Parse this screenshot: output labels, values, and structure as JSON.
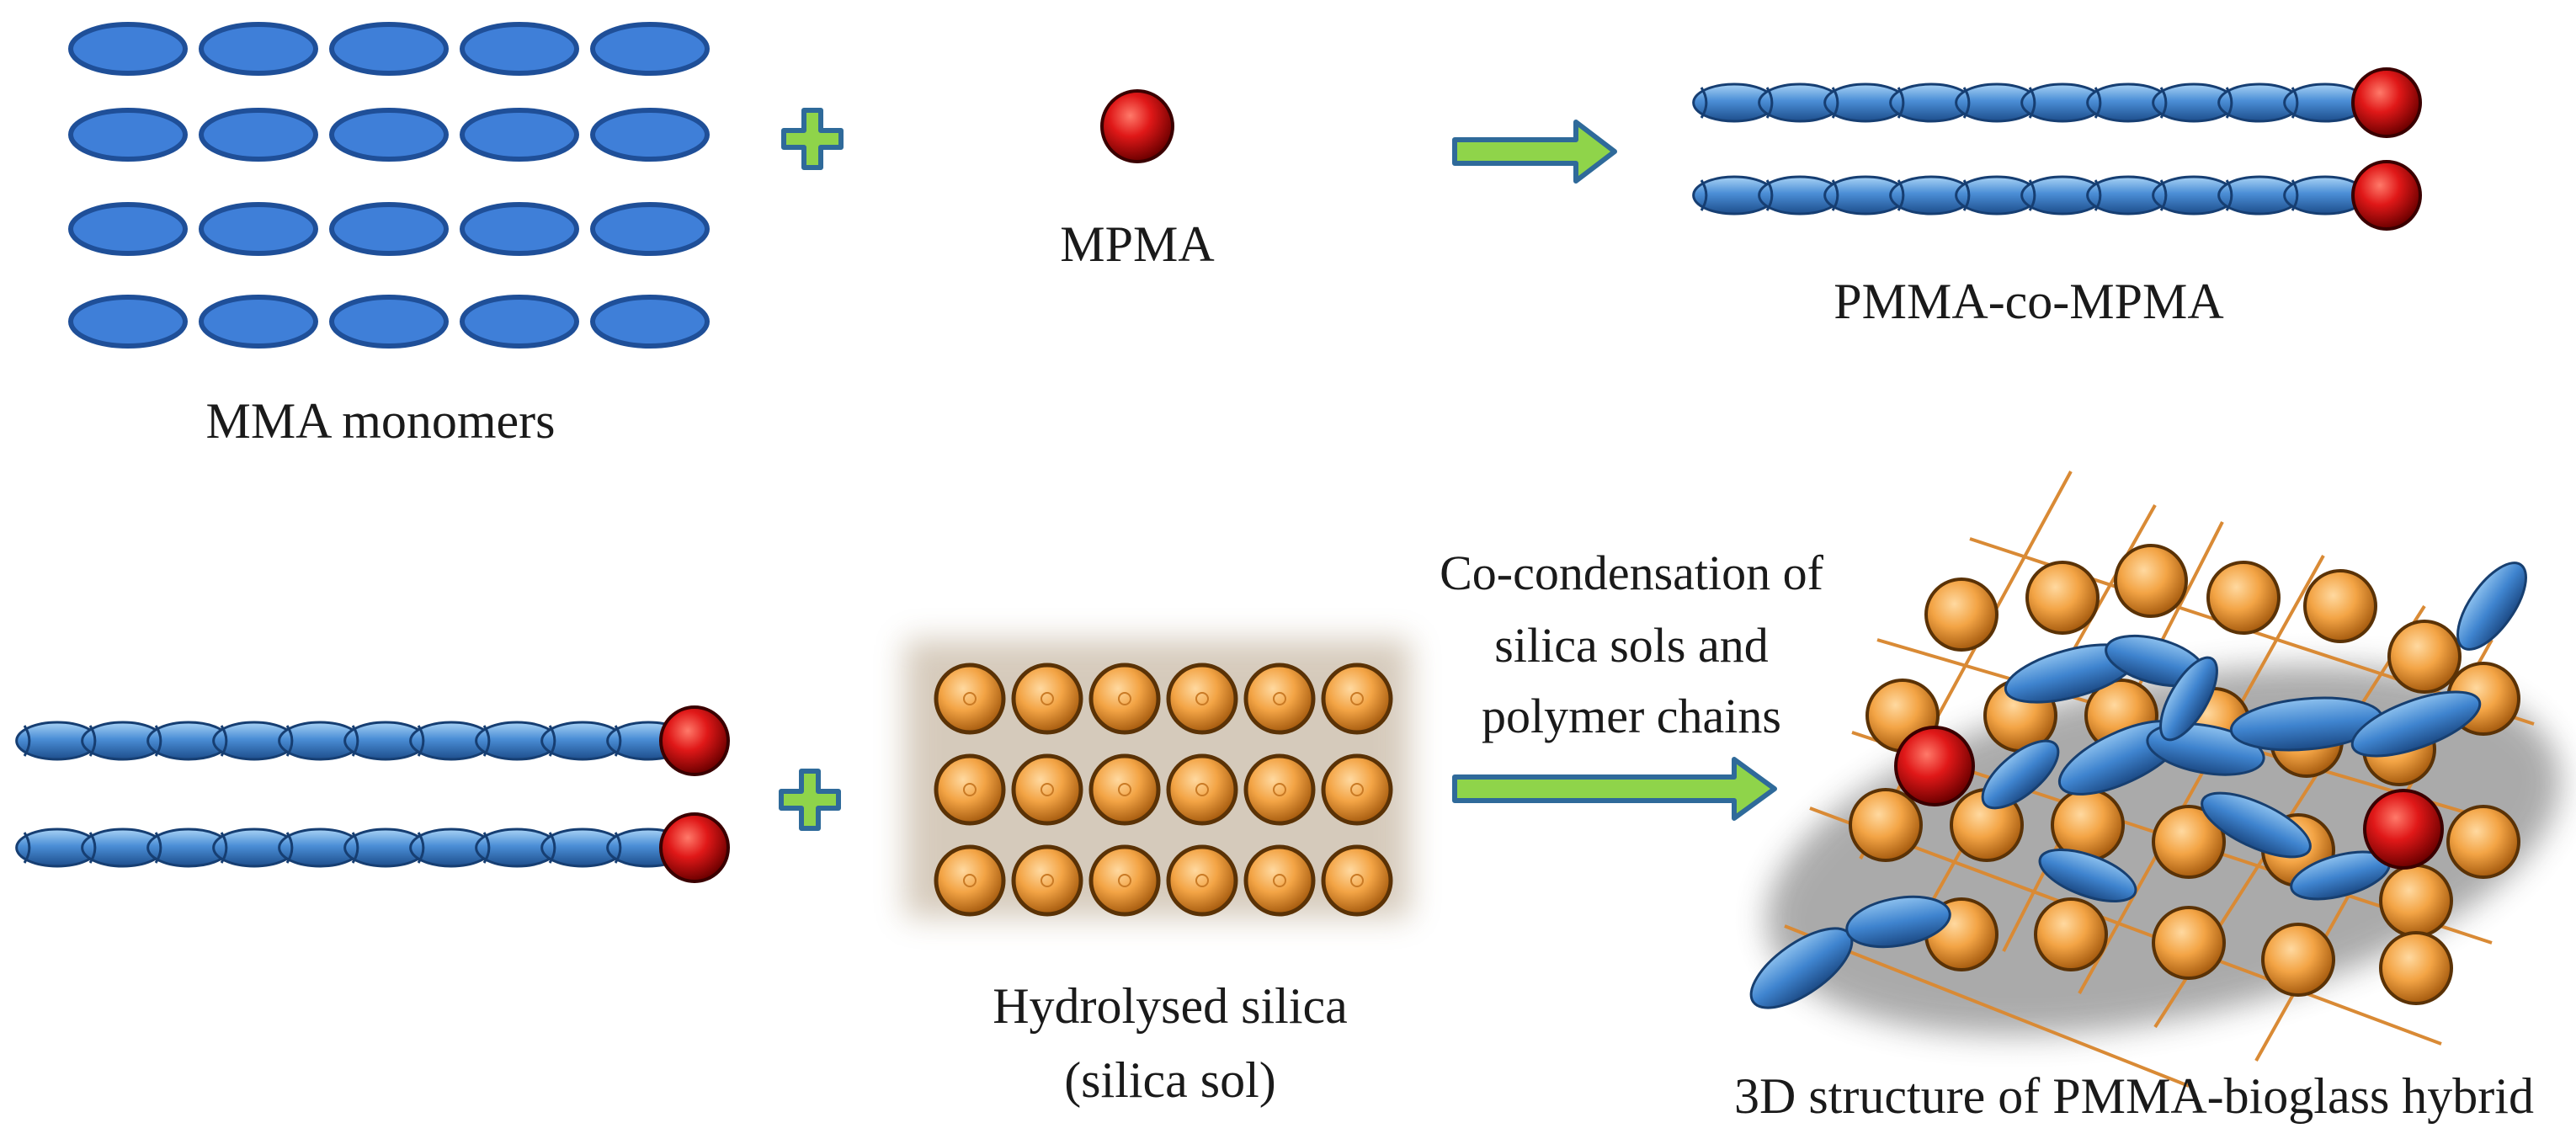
{
  "labels": {
    "mma_monomers": "MMA monomers",
    "mpma": "MPMA",
    "copolymer": "PMMA-co-MPMA",
    "silica_line1": "Hydrolysed silica",
    "silica_line2": "(silica sol)",
    "reaction_line1": "Co-condensation of",
    "reaction_line2": "silica sols and",
    "reaction_line3": "polymer chains",
    "hybrid": "3D structure of PMMA-bioglass hybrid"
  },
  "colors": {
    "monomer_fill": "#3f7fd8",
    "monomer_stroke": "#1f4f98",
    "chain_fill": "#4a8fd6",
    "mpma_red": "#d01010",
    "silica_orange": "#f0a040",
    "arrow_green": "#8fd44a",
    "plus_green": "#8fd44a",
    "plus_stroke": "#2f6a9a"
  },
  "icons": {
    "plus": "plus-icon",
    "arrow": "right-arrow-icon"
  }
}
